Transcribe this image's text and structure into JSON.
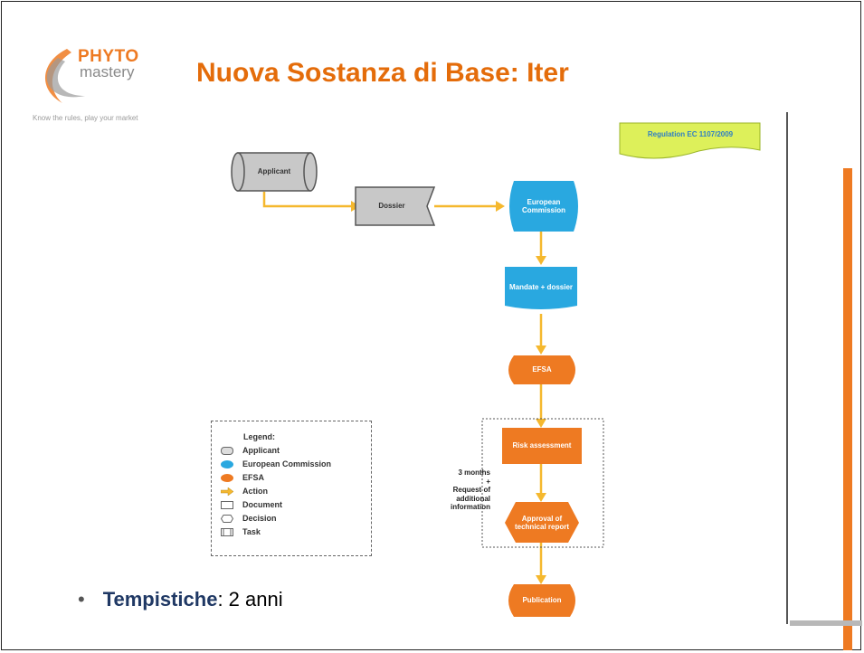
{
  "logo": {
    "brand_top": "PHYTO",
    "brand_bottom": "mastery",
    "tagline": "Know the rules, play your market"
  },
  "title": "Nuova Sostanza di Base: Iter",
  "regulation": "Regulation EC 1107/2009",
  "nodes": {
    "applicant": "Applicant",
    "dossier": "Dossier",
    "commission": "European Commission",
    "mandate": "Mandate + dossier",
    "efsa": "EFSA",
    "risk": "Risk assessment",
    "approval": "Approval of technical report",
    "publication": "Publication"
  },
  "time_note": [
    "3 months",
    "+",
    "Request of",
    "additional",
    "information"
  ],
  "legend": {
    "title": "Legend:",
    "items": [
      {
        "label": "Applicant",
        "icon": "cylinder-icon"
      },
      {
        "label": "European Commission",
        "icon": "blue-oval-icon"
      },
      {
        "label": "EFSA",
        "icon": "orange-oval-icon"
      },
      {
        "label": "Action",
        "icon": "arrow-icon"
      },
      {
        "label": "Document",
        "icon": "document-icon"
      },
      {
        "label": "Decision",
        "icon": "hexagon-icon"
      },
      {
        "label": "Task",
        "icon": "task-icon"
      }
    ]
  },
  "bullet": {
    "bold": "Tempistiche",
    "rest": ": 2 anni"
  },
  "colors": {
    "title": "#e46c0a",
    "arrow": "#f5b82e",
    "blue": "#29a8e0",
    "orange": "#ee7a22",
    "grey_node": "#c8c8c8",
    "regulation_bg": "#ddf05a"
  }
}
